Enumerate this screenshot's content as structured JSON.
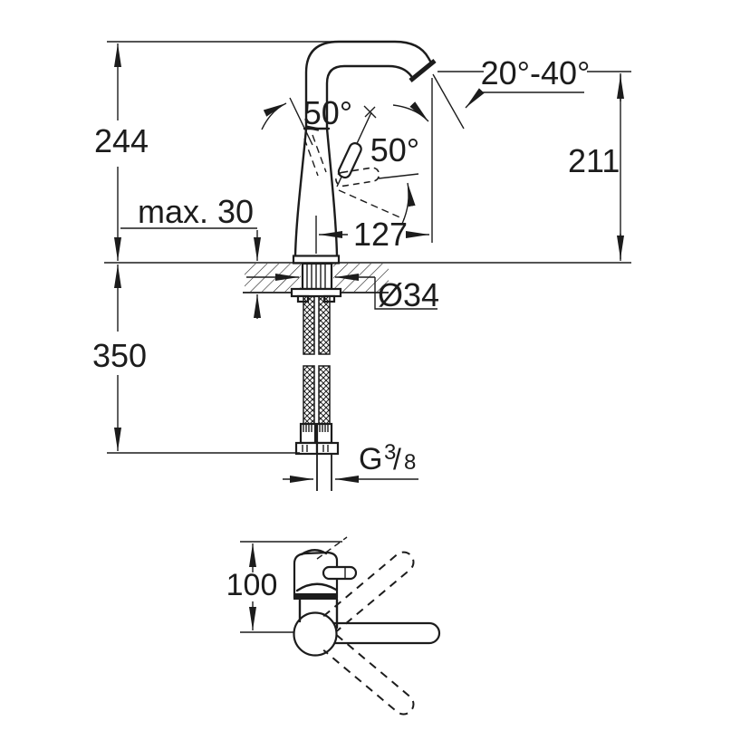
{
  "figure": {
    "type": "technical-dimension-drawing",
    "subject": "single-lever basin faucet, front view with mounting section and side view",
    "colors": {
      "line": "#1c1c1c",
      "background": "#ffffff"
    },
    "labels": {
      "overall_height": "244",
      "spout_height": "211",
      "counter_max_thickness": "max. 30",
      "spout_reach": "127",
      "hole_diameter": "Ø34",
      "hose_length": "350",
      "lever_angle_top": "50°",
      "lever_angle_side": "50°",
      "outlet_angle_range": "20°-40°",
      "side_view_height": "100",
      "thread_prefix": "G",
      "thread_numerator": "3",
      "thread_slash": "/",
      "thread_denominator": "8"
    }
  }
}
